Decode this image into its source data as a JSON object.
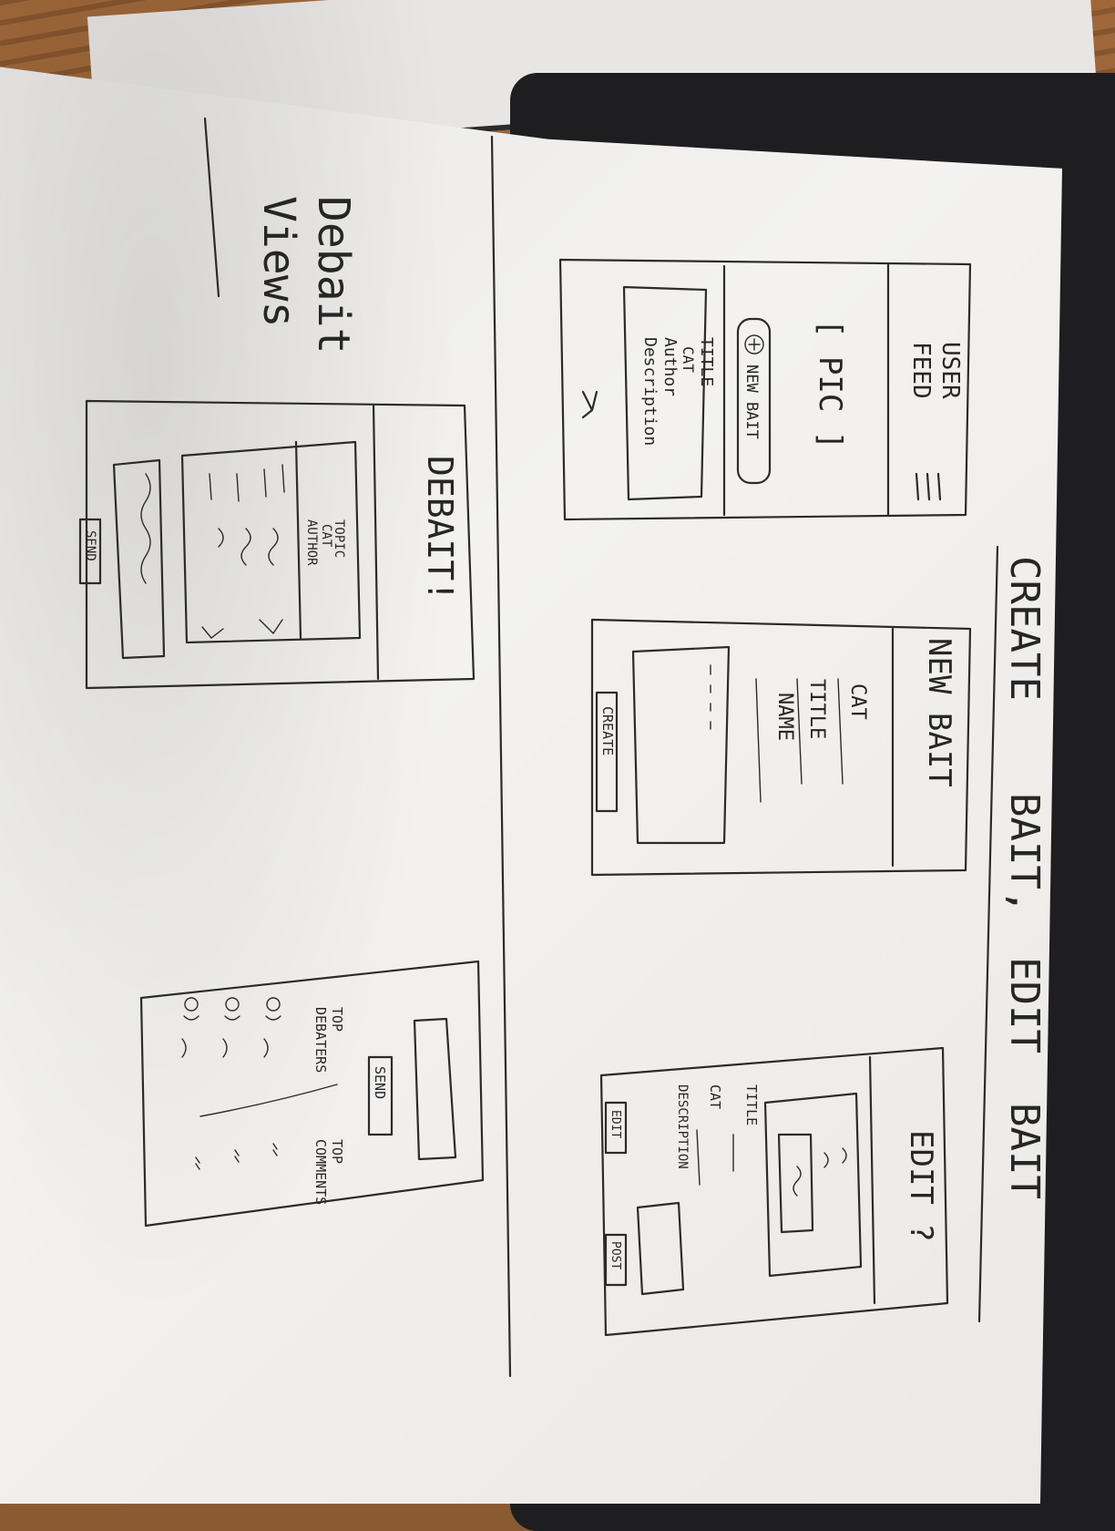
{
  "sketch": {
    "left_heading": [
      "Debait",
      "Views"
    ],
    "top_heading": [
      "CREATE",
      "BAIT,",
      "EDIT",
      "BAIT"
    ],
    "user_feed": {
      "title": [
        "USER",
        "FEED"
      ],
      "menu_icon": "hamburger-icon",
      "pic": "[ PIC ]",
      "new_bait_button": "NEW BAIT",
      "card_lines": [
        "TITLE",
        "CAT",
        "Author",
        "Description"
      ]
    },
    "debait_screen": {
      "title": "DEBAIT!",
      "header_lines": [
        "TOPIC",
        "CAT",
        "AUTHOR"
      ],
      "send_button": "SEND"
    },
    "new_bait": {
      "title": "NEW BAIT",
      "fields": [
        "CAT",
        "TITLE",
        "NAME"
      ],
      "create_button": "CREATE"
    },
    "edit": {
      "title": "EDIT ?",
      "fields": [
        "TITLE",
        "CAT",
        "DESCRIPTION"
      ],
      "edit_button": "EDIT",
      "post_button": "POST"
    },
    "debaters": {
      "send_button": "SEND",
      "top_debaters": [
        "TOP",
        "DEBATERS"
      ],
      "top_comments": [
        "TOP",
        "COMMENTS"
      ]
    }
  }
}
